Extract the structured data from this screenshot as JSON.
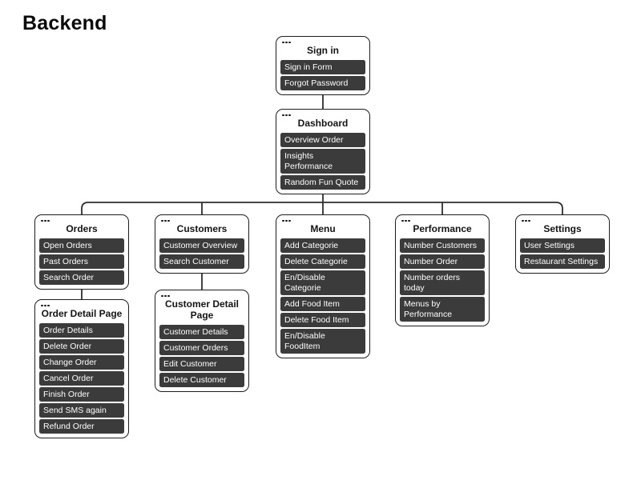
{
  "title": "Backend",
  "colors": {
    "background": "#FFFFFF",
    "card_outline": "#1D1D1D",
    "item_fill": "#3B3B3B",
    "item_text": "#FFFFFF",
    "connector": "#2D2D2D"
  },
  "cards": {
    "signin": {
      "title": "Sign in",
      "items": [
        "Sign in Form",
        "Forgot Password"
      ]
    },
    "dashboard": {
      "title": "Dashboard",
      "items": [
        "Overview Order",
        "Insights Performance",
        "Random Fun Quote"
      ]
    },
    "orders": {
      "title": "Orders",
      "items": [
        "Open Orders",
        "Past Orders",
        "Search Order"
      ]
    },
    "order_detail": {
      "title": "Order Detail Page",
      "items": [
        "Order Details",
        "Delete Order",
        "Change Order",
        "Cancel Order",
        "Finish Order",
        "Send SMS again",
        "Refund Order"
      ]
    },
    "customers": {
      "title": "Customers",
      "items": [
        "Customer Overview",
        "Search Customer"
      ]
    },
    "customer_detail": {
      "title": "Customer Detail Page",
      "items": [
        "Customer Details",
        "Customer Orders",
        "Edit Customer",
        "Delete Customer"
      ]
    },
    "menu": {
      "title": "Menu",
      "items": [
        "Add Categorie",
        "Delete Categorie",
        "En/Disable Categorie",
        "Add Food Item",
        "Delete Food Item",
        "En/Disable FoodItem"
      ]
    },
    "performance": {
      "title": "Performance",
      "items": [
        "Number Customers",
        "Number Order",
        "Number orders today",
        "Menus by Performance"
      ]
    },
    "settings": {
      "title": "Settings",
      "items": [
        "User Settings",
        "Restaurant Settings"
      ]
    }
  }
}
